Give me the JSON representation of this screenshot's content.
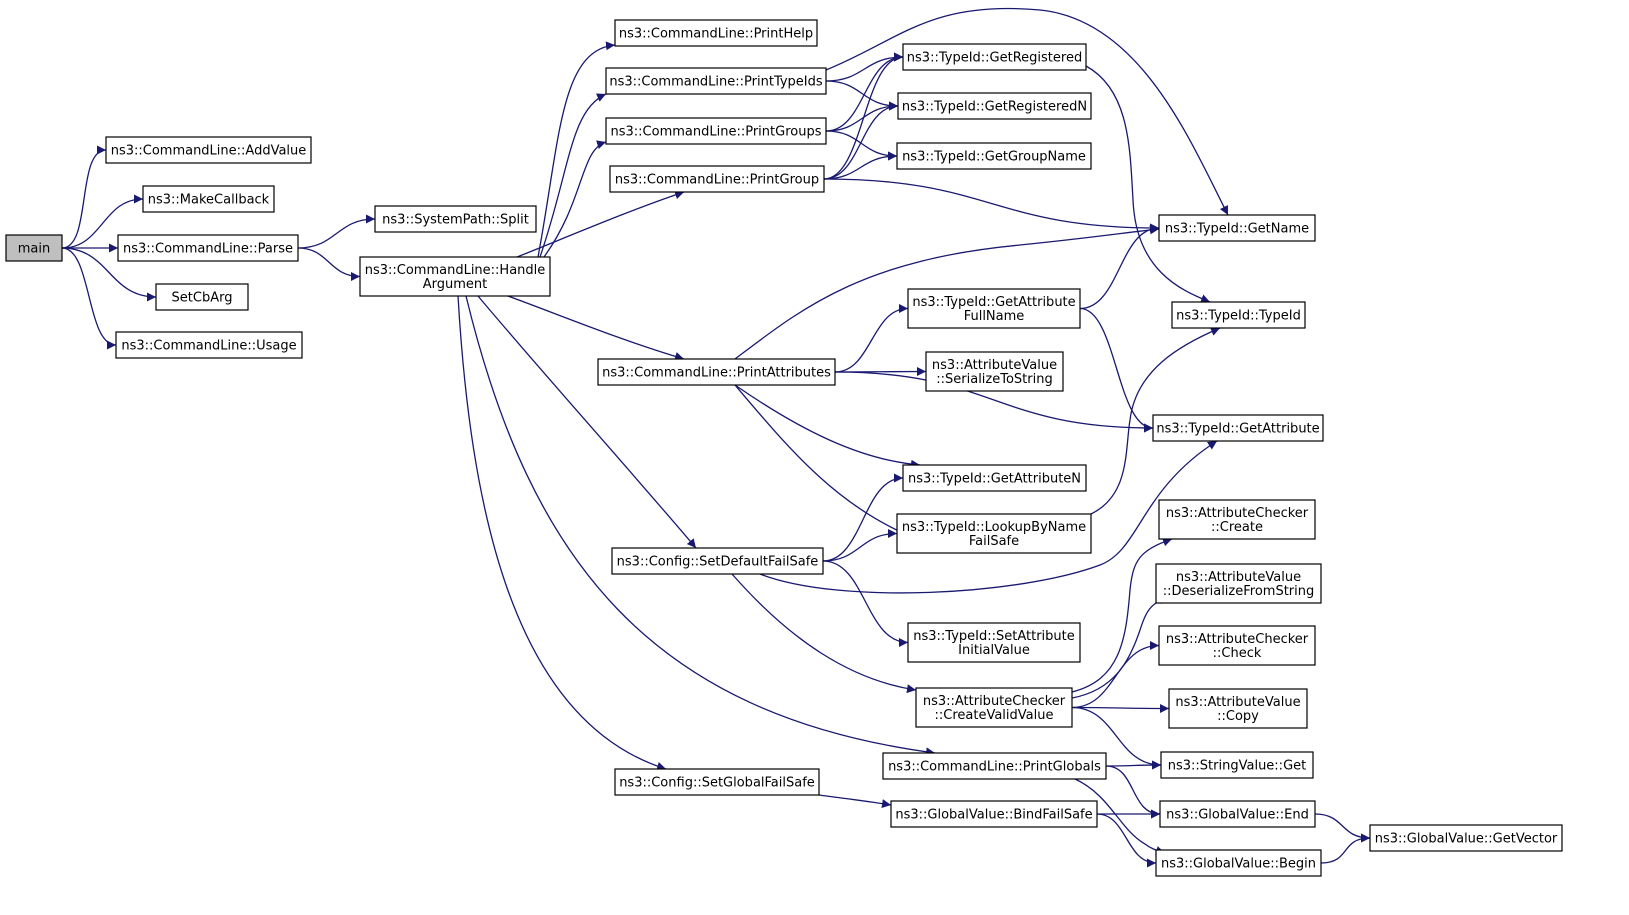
{
  "diagram": {
    "nodes": [
      {
        "id": "main",
        "lines": [
          "main"
        ],
        "root": true
      },
      {
        "id": "addvalue",
        "lines": [
          "ns3::CommandLine::AddValue"
        ]
      },
      {
        "id": "makecallback",
        "lines": [
          "ns3::MakeCallback"
        ]
      },
      {
        "id": "parse",
        "lines": [
          "ns3::CommandLine::Parse"
        ]
      },
      {
        "id": "setcbarg",
        "lines": [
          "SetCbArg"
        ]
      },
      {
        "id": "usage",
        "lines": [
          "ns3::CommandLine::Usage"
        ]
      },
      {
        "id": "split",
        "lines": [
          "ns3::SystemPath::Split"
        ]
      },
      {
        "id": "handle",
        "lines": [
          "ns3::CommandLine::Handle",
          "Argument"
        ]
      },
      {
        "id": "printhelp",
        "lines": [
          "ns3::CommandLine::PrintHelp"
        ]
      },
      {
        "id": "printtypeids",
        "lines": [
          "ns3::CommandLine::PrintTypeIds"
        ]
      },
      {
        "id": "printgroups",
        "lines": [
          "ns3::CommandLine::PrintGroups"
        ]
      },
      {
        "id": "printgroup",
        "lines": [
          "ns3::CommandLine::PrintGroup"
        ]
      },
      {
        "id": "printattributes",
        "lines": [
          "ns3::CommandLine::PrintAttributes"
        ]
      },
      {
        "id": "setdefault",
        "lines": [
          "ns3::Config::SetDefaultFailSafe"
        ]
      },
      {
        "id": "setglobal",
        "lines": [
          "ns3::Config::SetGlobalFailSafe"
        ]
      },
      {
        "id": "getregistered",
        "lines": [
          "ns3::TypeId::GetRegistered"
        ]
      },
      {
        "id": "getregisteredn",
        "lines": [
          "ns3::TypeId::GetRegisteredN"
        ]
      },
      {
        "id": "getgroupname",
        "lines": [
          "ns3::TypeId::GetGroupName"
        ]
      },
      {
        "id": "getattrfullname",
        "lines": [
          "ns3::TypeId::GetAttribute",
          "FullName"
        ]
      },
      {
        "id": "serialize",
        "lines": [
          "ns3::AttributeValue",
          "::SerializeToString"
        ]
      },
      {
        "id": "getattributen",
        "lines": [
          "ns3::TypeId::GetAttributeN"
        ]
      },
      {
        "id": "lookup",
        "lines": [
          "ns3::TypeId::LookupByName",
          "FailSafe"
        ]
      },
      {
        "id": "setattrinit",
        "lines": [
          "ns3::TypeId::SetAttribute",
          "InitialValue"
        ]
      },
      {
        "id": "createvalid",
        "lines": [
          "ns3::AttributeChecker",
          "::CreateValidValue"
        ]
      },
      {
        "id": "printglobals",
        "lines": [
          "ns3::CommandLine::PrintGlobals"
        ]
      },
      {
        "id": "bindfailsafe",
        "lines": [
          "ns3::GlobalValue::BindFailSafe"
        ]
      },
      {
        "id": "getname",
        "lines": [
          "ns3::TypeId::GetName"
        ]
      },
      {
        "id": "typeid",
        "lines": [
          "ns3::TypeId::TypeId"
        ]
      },
      {
        "id": "getattribute",
        "lines": [
          "ns3::TypeId::GetAttribute"
        ]
      },
      {
        "id": "checkercreate",
        "lines": [
          "ns3::AttributeChecker",
          "::Create"
        ]
      },
      {
        "id": "deserialize",
        "lines": [
          "ns3::AttributeValue",
          "::DeserializeFromString"
        ]
      },
      {
        "id": "checkercheck",
        "lines": [
          "ns3::AttributeChecker",
          "::Check"
        ]
      },
      {
        "id": "valuecopy",
        "lines": [
          "ns3::AttributeValue",
          "::Copy"
        ]
      },
      {
        "id": "stringget",
        "lines": [
          "ns3::StringValue::Get"
        ]
      },
      {
        "id": "gvend",
        "lines": [
          "ns3::GlobalValue::End"
        ]
      },
      {
        "id": "gvbegin",
        "lines": [
          "ns3::GlobalValue::Begin"
        ]
      },
      {
        "id": "gvgetvector",
        "lines": [
          "ns3::GlobalValue::GetVector"
        ]
      }
    ],
    "edges": [
      [
        "main",
        "addvalue"
      ],
      [
        "main",
        "makecallback"
      ],
      [
        "main",
        "parse"
      ],
      [
        "main",
        "setcbarg"
      ],
      [
        "main",
        "usage"
      ],
      [
        "parse",
        "split"
      ],
      [
        "parse",
        "handle"
      ],
      [
        "handle",
        "printhelp"
      ],
      [
        "handle",
        "printtypeids"
      ],
      [
        "handle",
        "printgroups"
      ],
      [
        "handle",
        "printgroup"
      ],
      [
        "handle",
        "printattributes"
      ],
      [
        "handle",
        "setdefault"
      ],
      [
        "handle",
        "setglobal"
      ],
      [
        "handle",
        "printglobals"
      ],
      [
        "printtypeids",
        "getregistered"
      ],
      [
        "printtypeids",
        "getregisteredn"
      ],
      [
        "printtypeids",
        "getname"
      ],
      [
        "printgroups",
        "getregistered"
      ],
      [
        "printgroups",
        "getregisteredn"
      ],
      [
        "printgroups",
        "getgroupname"
      ],
      [
        "printgroup",
        "getregistered"
      ],
      [
        "printgroup",
        "getregisteredn"
      ],
      [
        "printgroup",
        "getgroupname"
      ],
      [
        "printgroup",
        "getname"
      ],
      [
        "getregistered",
        "typeid"
      ],
      [
        "printattributes",
        "getname"
      ],
      [
        "printattributes",
        "getattrfullname"
      ],
      [
        "printattributes",
        "serialize"
      ],
      [
        "printattributes",
        "getattribute"
      ],
      [
        "printattributes",
        "getattributen"
      ],
      [
        "printattributes",
        "lookup"
      ],
      [
        "getattrfullname",
        "getname"
      ],
      [
        "getattrfullname",
        "getattribute"
      ],
      [
        "lookup",
        "typeid"
      ],
      [
        "setdefault",
        "getattributen"
      ],
      [
        "setdefault",
        "lookup"
      ],
      [
        "setdefault",
        "getattribute"
      ],
      [
        "setdefault",
        "setattrinit"
      ],
      [
        "setdefault",
        "createvalid"
      ],
      [
        "createvalid",
        "checkercreate"
      ],
      [
        "createvalid",
        "deserialize"
      ],
      [
        "createvalid",
        "checkercheck"
      ],
      [
        "createvalid",
        "valuecopy"
      ],
      [
        "createvalid",
        "stringget"
      ],
      [
        "printglobals",
        "stringget"
      ],
      [
        "printglobals",
        "gvend"
      ],
      [
        "printglobals",
        "gvbegin"
      ],
      [
        "setglobal",
        "bindfailsafe"
      ],
      [
        "bindfailsafe",
        "gvend"
      ],
      [
        "bindfailsafe",
        "gvbegin"
      ],
      [
        "gvend",
        "gvgetvector"
      ],
      [
        "gvbegin",
        "gvgetvector"
      ]
    ]
  }
}
